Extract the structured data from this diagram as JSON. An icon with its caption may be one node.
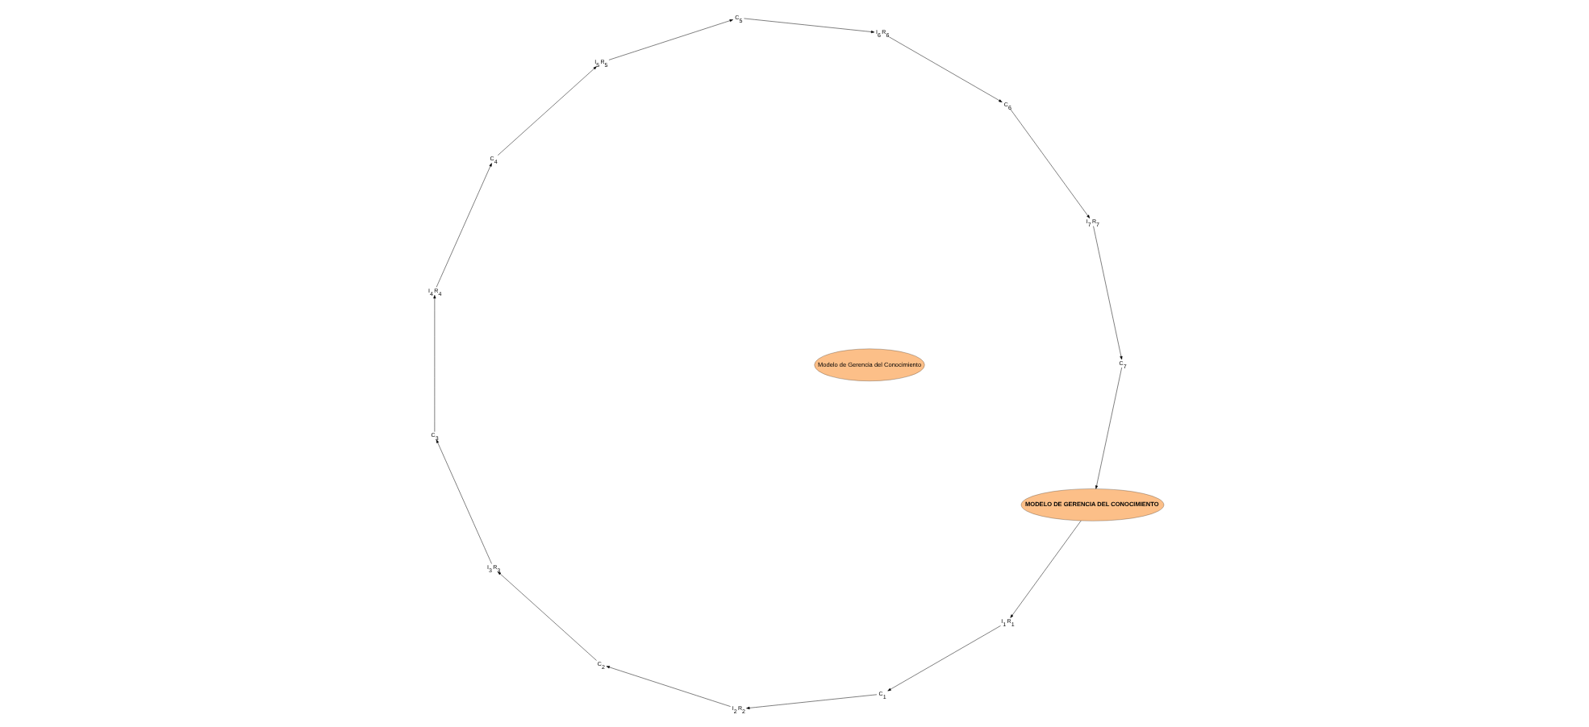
{
  "diagram": {
    "nodes": [
      {
        "text": [
          "MODELO DE GERENCIA DEL CONOCIMIENTO"
        ]
      },
      {
        "text": [
          "I$_{1}$ R$_{1}$"
        ]
      },
      {
        "text": [
          "C$_{1}$"
        ]
      },
      {
        "text": [
          "I$_{2}$ R$_{2}$"
        ]
      },
      {
        "text": [
          "C$_{2}$"
        ]
      },
      {
        "text": [
          "I$_{3}$ R$_{3}$"
        ]
      },
      {
        "text": [
          "C$_{3}$"
        ]
      },
      {
        "text": [
          "I$_{4}$ R$_{4}$"
        ]
      },
      {
        "text": [
          "C$_{4}$"
        ]
      },
      {
        "text": [
          "I$_{5}$ R$_{5}$"
        ]
      },
      {
        "text": [
          "C$_{5}$"
        ]
      },
      {
        "text": [
          "I$_{6}$ R$_{6}$"
        ]
      },
      {
        "text": [
          "C$_{6}$"
        ]
      },
      {
        "text": [
          "I$_{7}$ R$_{7}$"
        ]
      },
      {
        "text": [
          "C$_{7}$"
        ]
      },
      {
        "text": [
          "Modelo de Gerencia del Conocimiento"
        ]
      }
    ],
    "edges": [
      {
        "from": 14,
        "to": 0,
        "arrow": "to"
      },
      {
        "from": 0,
        "to": 1,
        "arrow": "to"
      },
      {
        "from": 1,
        "to": 2,
        "arrow": "to"
      },
      {
        "from": 2,
        "to": 3,
        "arrow": "to"
      },
      {
        "from": 3,
        "to": 4,
        "arrow": "to"
      },
      {
        "from": 4,
        "to": 5,
        "arrow": "to"
      },
      {
        "from": 5,
        "to": 6,
        "arrow": "to"
      },
      {
        "from": 6,
        "to": 7,
        "arrow": "to"
      },
      {
        "from": 7,
        "to": 8,
        "arrow": "to"
      },
      {
        "from": 8,
        "to": 9,
        "arrow": "to"
      },
      {
        "from": 9,
        "to": 10,
        "arrow": "to"
      },
      {
        "from": 10,
        "to": 11,
        "arrow": "to"
      },
      {
        "from": 11,
        "to": 12,
        "arrow": "to"
      },
      {
        "from": 12,
        "to": 13,
        "arrow": "to"
      },
      {
        "from": 13,
        "to": 14,
        "arrow": "to"
      }
    ]
  }
}
